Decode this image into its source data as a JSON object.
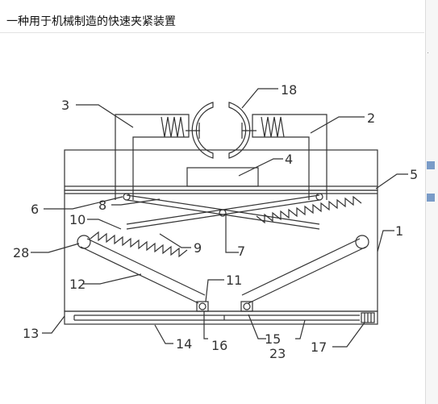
{
  "page": {
    "title": "一种用于机械制造的快速夹紧装置"
  },
  "diagram": {
    "labels": [
      "1",
      "2",
      "3",
      "4",
      "5",
      "6",
      "7",
      "8",
      "9",
      "10",
      "11",
      "12",
      "13",
      "14",
      "15",
      "16",
      "17",
      "18",
      "23",
      "28"
    ]
  },
  "colors": {
    "ink": "#333333",
    "background": "#ffffff",
    "divider": "#e2e2e2"
  }
}
